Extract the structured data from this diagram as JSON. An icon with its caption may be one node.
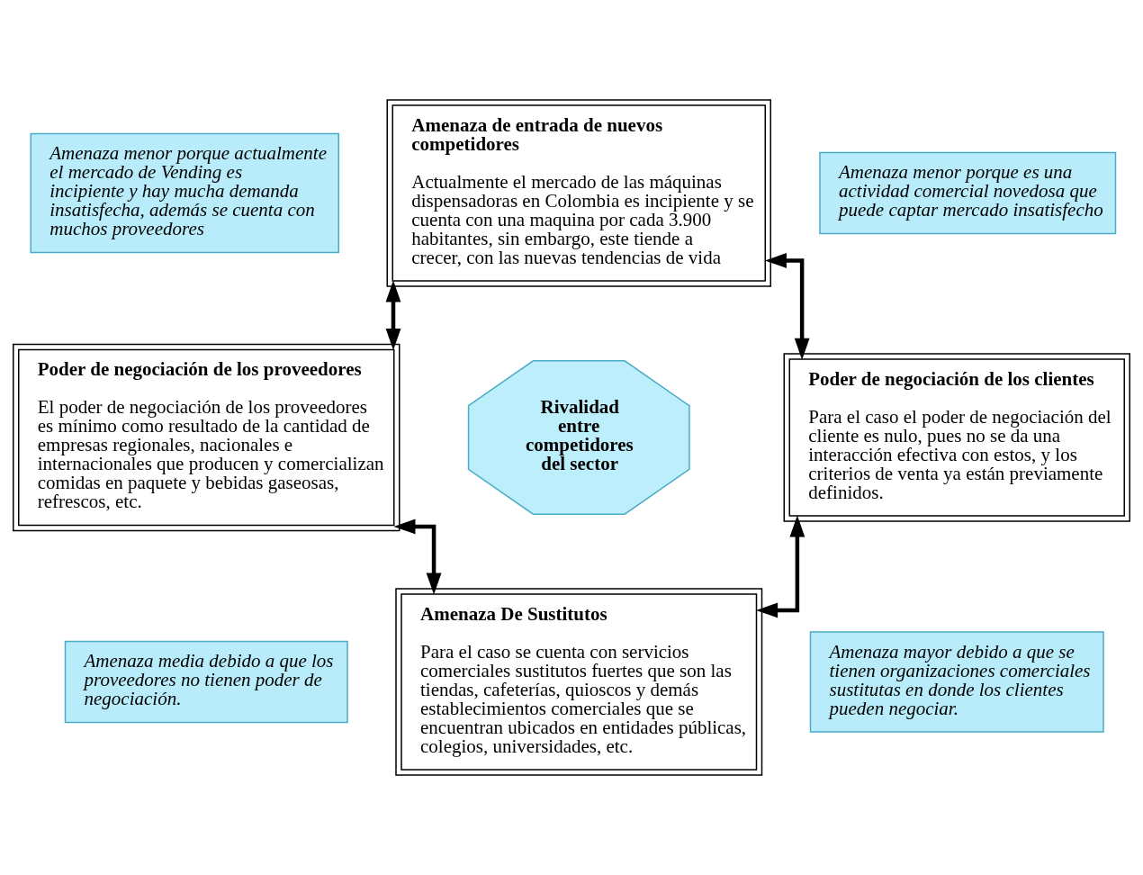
{
  "diagram": {
    "nodes": [
      {
        "text": [
          "Amenaza menor porque actualmente el mercado de Vending es incipiente y hay mucha demanda insatisfecha, además se cuenta con muchos proveedores"
        ]
      },
      {
        "text": [
          "Amenaza de entrada de nuevos competidores",
          "Actualmente el mercado de las máquinas dispensadoras en Colombia es incipiente y se cuenta con una maquina por cada 3.900 habitantes, sin embargo, este tiende a crecer, con las nuevas tendencias de vida"
        ]
      },
      {
        "text": [
          "Amenaza menor porque es una actividad comercial novedosa que puede captar mercado insatisfecho"
        ]
      },
      {
        "text": [
          "Poder de negociación de los proveedores",
          "El poder de negociación de los proveedores es mínimo como resultado de la cantidad de empresas regionales, nacionales e internacionales que producen y comercializan comidas en paquete y bebidas gaseosas, refrescos, etc."
        ]
      },
      {
        "text": [
          "Rivalidad entre competidores del sector"
        ]
      },
      {
        "text": [
          "Poder de negociación de los clientes",
          "Para el caso el poder de negociación del cliente es nulo, pues no se da una interacción efectiva con estos, y los criterios de venta ya están previamente definidos."
        ]
      },
      {
        "text": [
          "Amenaza media debido a que los proveedores no tienen poder de negociación."
        ]
      },
      {
        "text": [
          "Amenaza De Sustitutos",
          "Para el caso se cuenta con servicios comerciales sustitutos fuertes que son las tiendas, cafeterías, quioscos y demás establecimientos comerciales que se encuentran ubicados en entidades públicas, colegios, universidades, etc."
        ]
      },
      {
        "text": [
          "Amenaza mayor debido a que se tienen organizaciones comerciales sustitutas en donde los clientes pueden negociar."
        ]
      }
    ],
    "edges": [
      {
        "from": 3,
        "to": 1,
        "arrow": "both"
      },
      {
        "from": 1,
        "to": 5,
        "arrow": "both"
      },
      {
        "from": 3,
        "to": 7,
        "arrow": "both"
      },
      {
        "from": 7,
        "to": 5,
        "arrow": "both"
      }
    ]
  }
}
